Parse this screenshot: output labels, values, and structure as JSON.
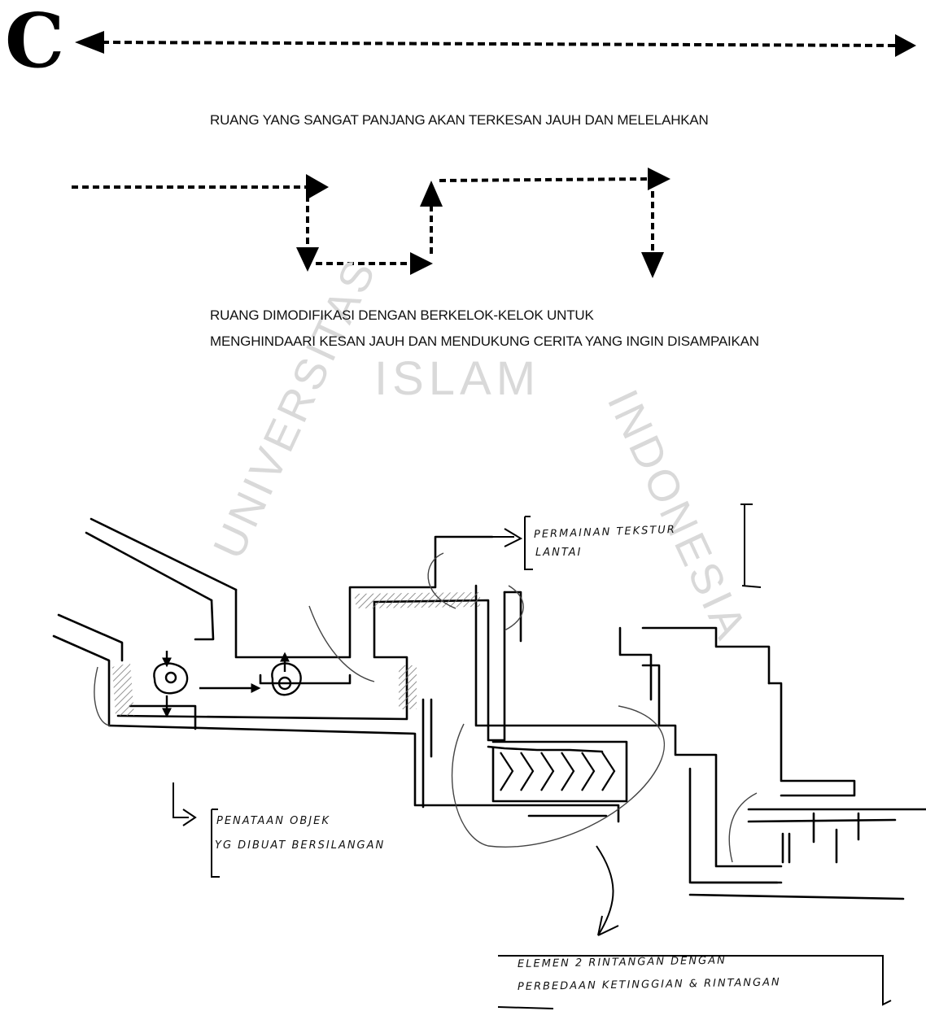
{
  "section_letter": "C",
  "caption_long": "RUANG YANG SANGAT PANJANG AKAN TERKESAN JAUH DAN MELELAHKAN",
  "caption_modified": {
    "line1": "RUANG DIMODIFIKASI DENGAN BERKELOK-KELOK UNTUK",
    "line2": "MENGHINDAARI KESAN JAUH DAN MENDUKUNG CERITA YANG INGIN DISAMPAIKAN"
  },
  "watermark": {
    "top": "ISLAM",
    "left": "UNIVERSITAS",
    "right": "INDONESIA"
  },
  "annotations": {
    "floor_texture": {
      "line1": "PERMAINAN  TEKSTUR",
      "line2": "LANTAI"
    },
    "object_layout": {
      "line1": "PENATAAN  OBJEK",
      "line2": "YG  DIBUAT  BERSILANGAN"
    },
    "obstacles": {
      "line1": "ELEMEN 2  RINTANGAN   DENGAN",
      "line2": "PERBEDAAN KETINGGIAN  &  RINTANGAN"
    }
  }
}
